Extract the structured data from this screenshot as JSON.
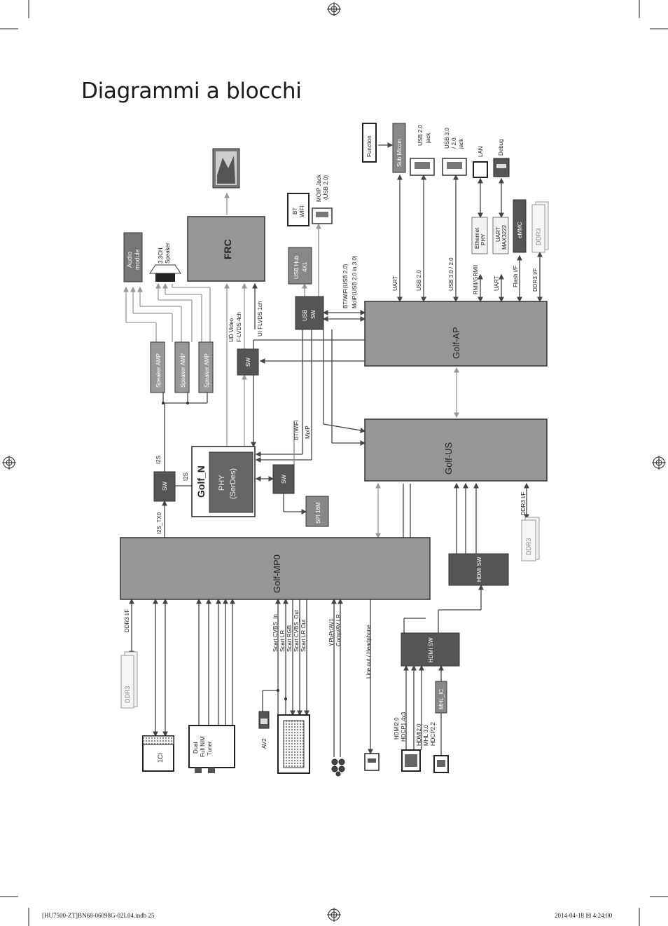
{
  "page": {
    "title": "Diagrammi a blocchi",
    "footer_left": "[HU7500-ZT]BN68-06098G-02L04.indb   25",
    "footer_right": "2014-04-18   ☒ 4:24:00"
  },
  "diagram": {
    "blocks": {
      "golf_mp0": "Golf-MP0",
      "golf_us": "Golf-US",
      "golf_ap": "Golf-AP",
      "golf_n": "Golf_N",
      "phy_line1": "PHY",
      "phy_line2": "(SerDes)",
      "frc": "FRC",
      "sw": "SW",
      "usb_sw_1": "USB",
      "usb_sw_2": "SW",
      "usb_hub_1": "USB Hub",
      "usb_hub_2": "4X1",
      "hdmi_sw": "HDMI SW",
      "mhl_ic": "MHL_IC",
      "speaker_amp": "Speaker AMP",
      "audio_module_1": "Audio",
      "audio_module_2": "module",
      "speaker_1": "3.3CH.",
      "speaker_2": "Speaker",
      "spi": "SPI 16M",
      "ddr3": "DDR3",
      "emmc": "eMMC",
      "ethernet_phy_1": "Ethernet",
      "ethernet_phy_2": "PHY",
      "uart_max_1": "UART",
      "uart_max_2": "MAX3222",
      "sub_micom": "Sub Micom",
      "function": "Function",
      "bt_wifi_1": "BT",
      "bt_wifi_2": "WIFI",
      "one_ci": "1CI",
      "tuner_1": "Dual",
      "tuner_2": "Full NIM",
      "tuner_3": "Tuner"
    },
    "labels": {
      "ddr3_if": "DDR3 I/F",
      "i2s": "I2S",
      "i2s_tx0": "I2S_TX0",
      "ud_video": "UD Video",
      "f_lvds": "F-LVDS 4ch",
      "ui_flvds": "UI  FLVDS 1ch",
      "bt_wifi": "BT/WiFi",
      "moip": "MoIP",
      "bt_wifi_usb_1": "BT/WiFi(USB 2.0)",
      "bt_wifi_usb_2": "MoIP(USB 2.0 in 3.0)",
      "uart": "UART",
      "usb_20": "USB 2.0",
      "usb_30_20": "USB 3.0 / 2.0",
      "rmii": "RMII/GRMII",
      "flash_if": "Flash I/F",
      "usb20_jack_1": "USB 2.0",
      "usb20_jack_2": "jack",
      "usb30_jack_1": "USB 3.0",
      "usb30_jack_2": "/ 2.0",
      "usb30_jack_3": "jack",
      "lan": "LAN",
      "debug": "Debug",
      "moip_jack_1": "MOIP Jack",
      "moip_jack_2": "(USB 2.0)",
      "scart_1": "Scart CVBS_In",
      "scart_2": "Scart LR",
      "scart_3": "Scart RGB",
      "scart_4": "Scart CVBS_Out",
      "scart_5": "Scart LR Out",
      "ypbpr_1": "YPbPr/AV1",
      "ypbpr_2": "Comp/AV LR",
      "lineout": "Line out / Headphone",
      "hdmi_a_1": "HDMI2.0",
      "hdmi_a_2": "HDCP1.4x3",
      "hdmi_b_1": "HDMI2.0",
      "hdmi_b_2": "MHL 3.0",
      "hdmi_b_3": "HDCP2.2",
      "av2": "AV2"
    }
  },
  "colors": {
    "block_gray": "#969696",
    "dark_block": "#555555",
    "line": "#444444"
  }
}
